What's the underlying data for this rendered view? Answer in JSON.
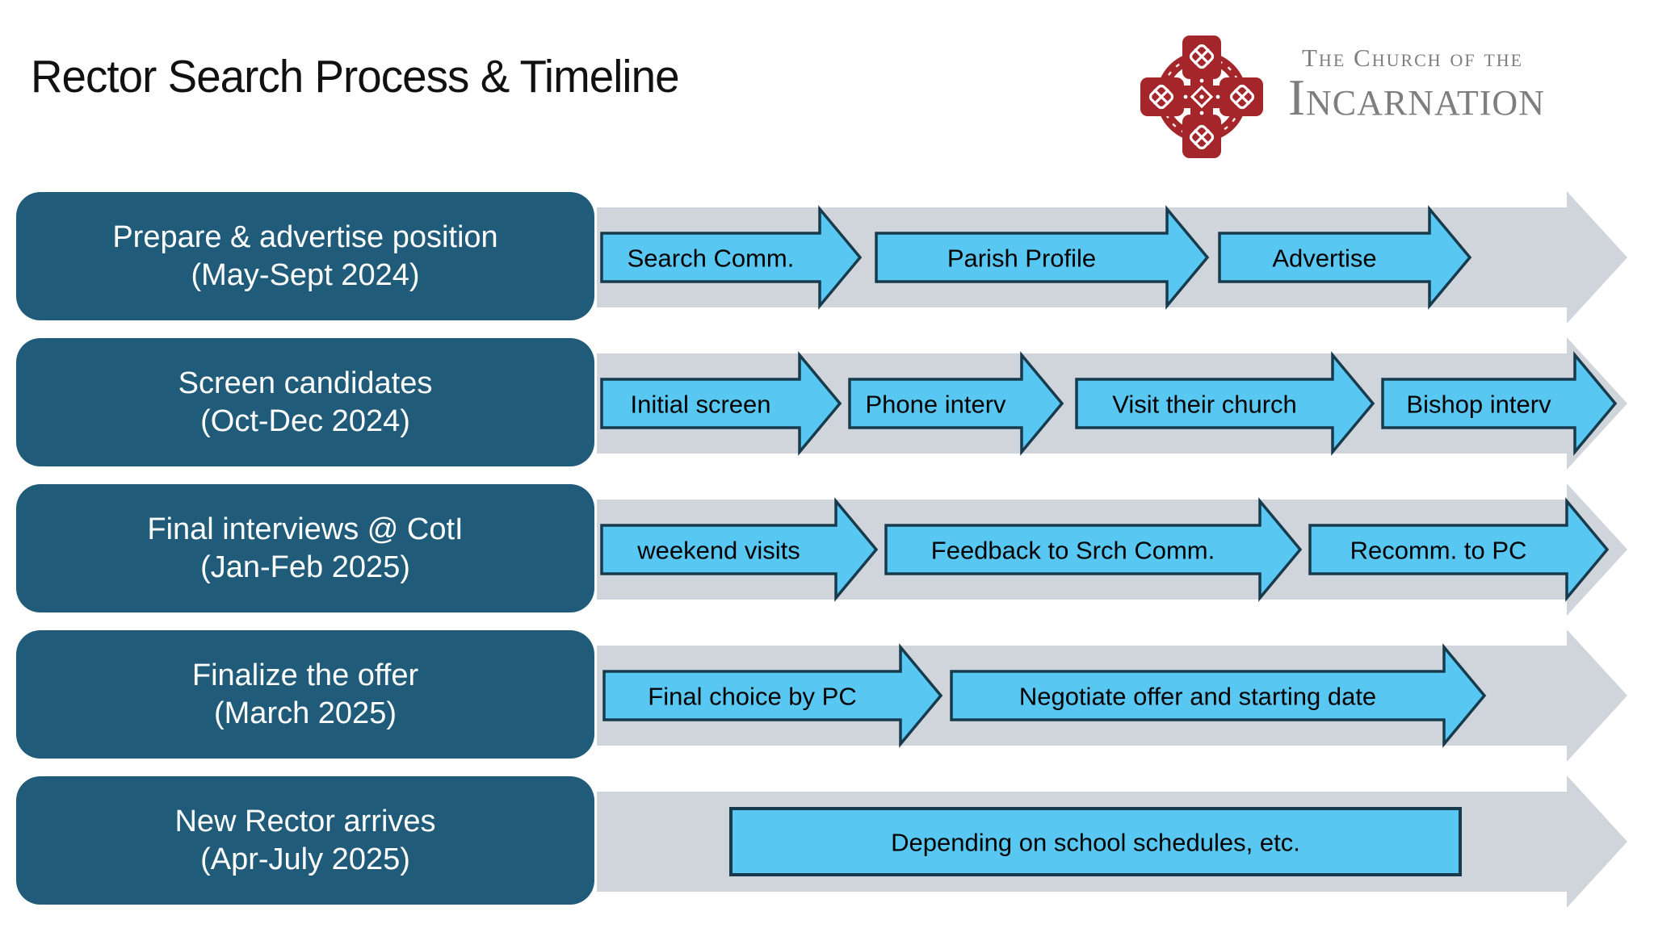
{
  "header": {
    "title": "Rector Search Process & Timeline",
    "logo": {
      "line1": "The Church of the",
      "line2": "Incarnation"
    }
  },
  "colors": {
    "background": "#FFFFFF",
    "title_text": "#111111",
    "phase_box_teal": "#205C7A",
    "phase_text": "#FFFFFF",
    "band_gray": "#D0D4DB",
    "step_blue": "#58C8F3",
    "step_border_navy": "#173B4D",
    "step_text": "#000000",
    "logo_red": "#A4262B",
    "logo_text_gray": "#7E7E7E"
  },
  "rows": [
    {
      "phase": "Prepare & advertise position",
      "dates": "(May-Sept 2024)",
      "steps": [
        {
          "label": "Search Comm.",
          "shape": "arrow"
        },
        {
          "label": "Parish Profile",
          "shape": "arrow"
        },
        {
          "label": "Advertise",
          "shape": "arrow"
        }
      ]
    },
    {
      "phase": "Screen candidates",
      "dates": "(Oct-Dec 2024)",
      "steps": [
        {
          "label": "Initial screen",
          "shape": "arrow"
        },
        {
          "label": "Phone interv",
          "shape": "arrow"
        },
        {
          "label": "Visit their church",
          "shape": "arrow"
        },
        {
          "label": "Bishop interv",
          "shape": "arrow"
        }
      ]
    },
    {
      "phase": "Final interviews @ CotI",
      "dates": "(Jan-Feb 2025)",
      "steps": [
        {
          "label": "weekend visits",
          "shape": "arrow"
        },
        {
          "label": "Feedback to Srch Comm.",
          "shape": "arrow"
        },
        {
          "label": "Recomm. to PC",
          "shape": "arrow"
        }
      ]
    },
    {
      "phase": "Finalize the offer",
      "dates": "(March 2025)",
      "steps": [
        {
          "label": "Final choice by PC",
          "shape": "arrow"
        },
        {
          "label": "Negotiate offer and starting date",
          "shape": "arrow"
        }
      ]
    },
    {
      "phase": "New Rector arrives",
      "dates": "(Apr-July 2025)",
      "steps": [
        {
          "label": "Depending on school schedules, etc.",
          "shape": "rect"
        }
      ]
    }
  ]
}
